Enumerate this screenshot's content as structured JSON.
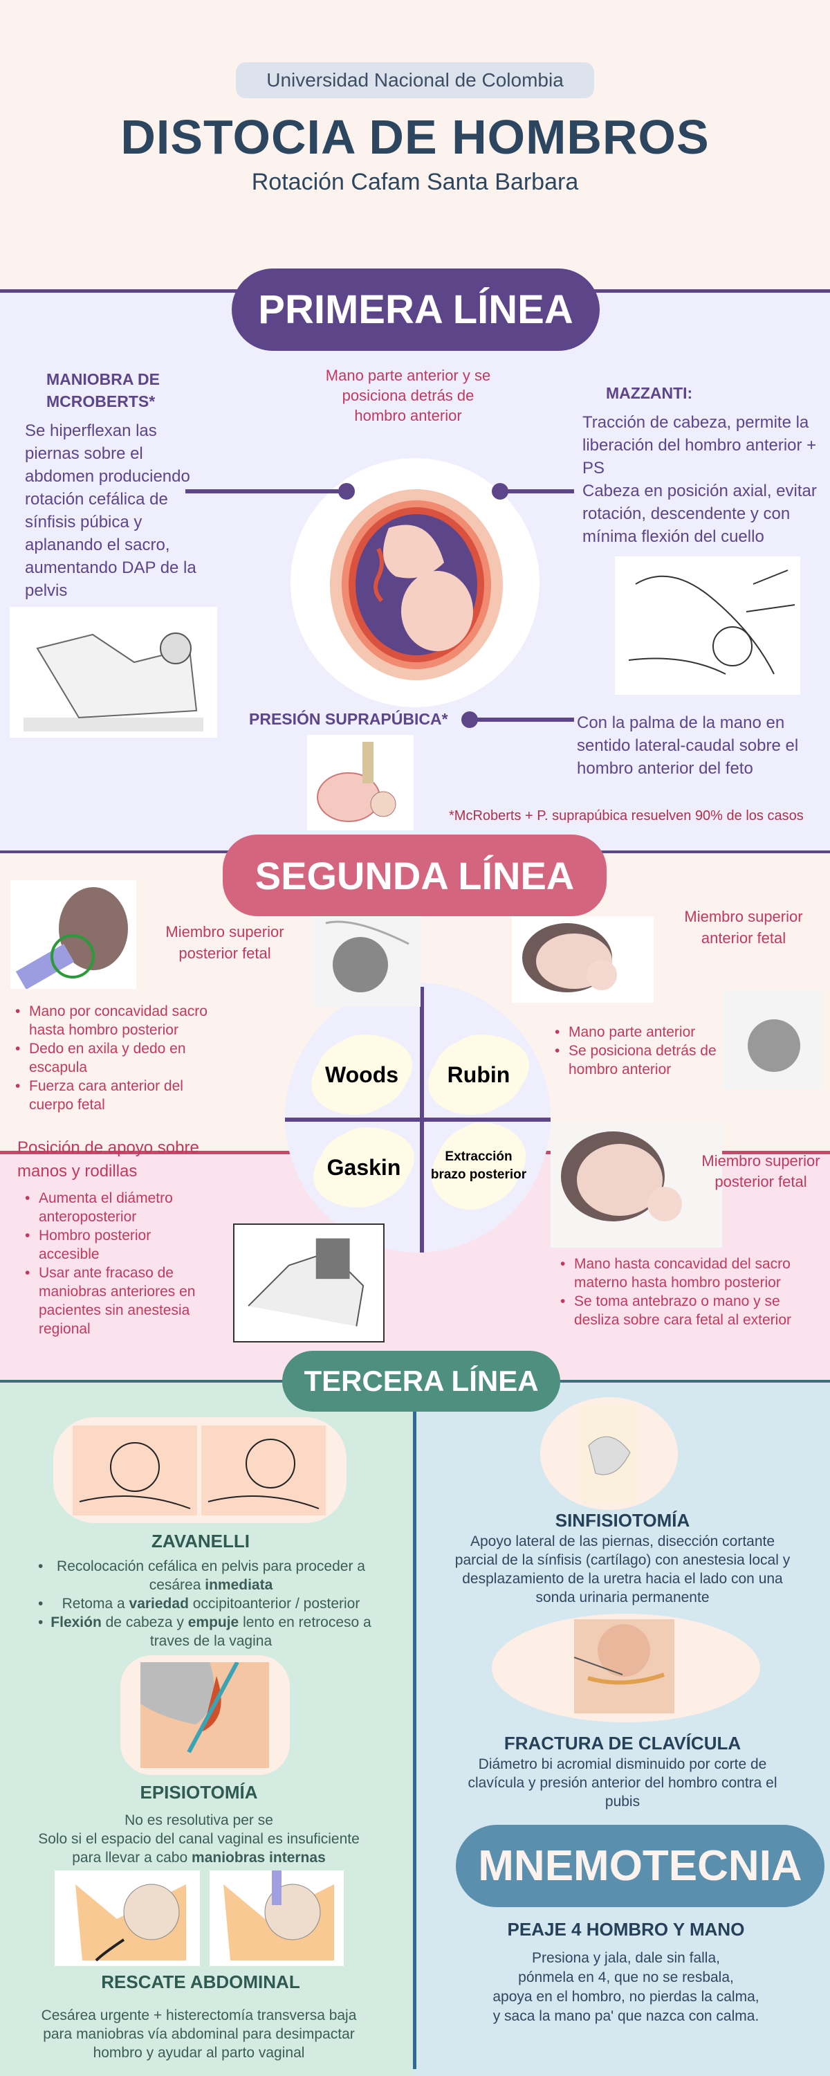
{
  "header": {
    "institution": "Universidad Nacional de Colombia",
    "title": "DISTOCIA DE HOMBROS",
    "subtitle": "Rotación Cafam Santa Barbara"
  },
  "primera": {
    "heading": "PRIMERA LÍNEA",
    "mcroberts": {
      "title": "MANIOBRA DE MCROBERTS*",
      "text": "Se hiperflexan las piernas sobre el abdomen produciendo rotación cefálica de sínfisis púbica y aplanando el sacro, aumentando DAP de la pelvis"
    },
    "center_note": "Mano parte anterior y se posiciona detrás de hombro anterior",
    "mazzanti": {
      "title": "MAZZANTI:",
      "text1": "Tracción de cabeza, permite la liberación del hombro anterior + PS",
      "text2": "Cabeza en posición axial, evitar rotación, descendente y con mínima flexión del cuello"
    },
    "suprapubica": {
      "title": "PRESIÓN SUPRAPÚBICA*",
      "text": "Con la palma de la mano en sentido lateral-caudal sobre el hombro anterior del feto"
    },
    "footnote": "*McRoberts + P. suprapúbica resuelven 90% de los casos"
  },
  "segunda": {
    "heading": "SEGUNDA LÍNEA",
    "woods_label": "Miembro superior posterior fetal",
    "woods_bullets": [
      "Mano por concavidad sacro hasta hombro posterior",
      "Dedo en axila y dedo en escapula",
      "Fuerza cara anterior del cuerpo fetal"
    ],
    "rubin_label": "Miembro superior anterior fetal",
    "rubin_bullets": [
      "Mano parte anterior",
      "Se posiciona detrás de hombro anterior"
    ],
    "gaskin_label": "Posición de apoyo sobre manos y rodillas",
    "gaskin_bullets": [
      "Aumenta el diámetro anteroposterior",
      "Hombro posterior accesible",
      "Usar ante fracaso de maniobras anteriores en pacientes sin anestesia regional"
    ],
    "extraccion_label": "Miembro superior posterior fetal",
    "extraccion_bullets": [
      "Mano hasta concavidad del sacro materno hasta hombro posterior",
      "Se toma antebrazo o mano y se desliza sobre cara fetal al exterior"
    ],
    "quadrants": [
      "Woods",
      "Rubin",
      "Gaskin",
      "Extracción brazo posterior"
    ]
  },
  "tercera": {
    "heading": "TERCERA LÍNEA",
    "zavanelli": {
      "title": "ZAVANELLI",
      "b1": "Recolocación cefálica en pelvis para proceder a cesárea ",
      "b1_bold": "inmediata",
      "b2_pre": "Retoma a ",
      "b2_bold": "variedad",
      "b2_post": " occipitoanterior / posterior",
      "b3_bold1": "Flexión",
      "b3_mid": " de cabeza y ",
      "b3_bold2": "empuje",
      "b3_post": " lento en retroceso a traves de la vagina"
    },
    "episiotomia": {
      "title": "EPISIOTOMÍA",
      "line1": "No es resolutiva per se",
      "line2": "Solo si el espacio del canal vaginal es insuficiente para llevar a cabo ",
      "line2_bold": "maniobras internas"
    },
    "rescate": {
      "title": "RESCATE ABDOMINAL",
      "text": "Cesárea urgente + histerectomía transversa baja para maniobras vía abdominal para desimpactar hombro y ayudar al parto vaginal"
    },
    "sinfisiotomia": {
      "title": "SINFISIOTOMÍA",
      "text": "Apoyo lateral de las piernas, disección cortante parcial de la sínfisis (cartílago) con anestesia local y desplazamiento de la uretra hacia el lado con una sonda urinaria permanente"
    },
    "clavicula": {
      "title": "FRACTURA DE CLAVÍCULA",
      "text": "Diámetro bi acromial disminuido por corte de clavícula y presión anterior del hombro contra el pubis"
    },
    "mnemotecnia": {
      "heading": "MNEMOTECNIA",
      "title": "PEAJE 4 HOMBRO Y MANO",
      "lines": [
        "Presiona y jala, dale sin falla,",
        "pónmela en 4, que no se resbala,",
        "apoya en el hombro, no pierdas la calma,",
        "y saca la mano pa' que nazca con calma."
      ]
    }
  },
  "colors": {
    "purple": "#5c4589",
    "rose": "#d4657f",
    "teal": "#4e8f80",
    "steel_blue": "#5b8fae",
    "navy": "#2c4660"
  }
}
